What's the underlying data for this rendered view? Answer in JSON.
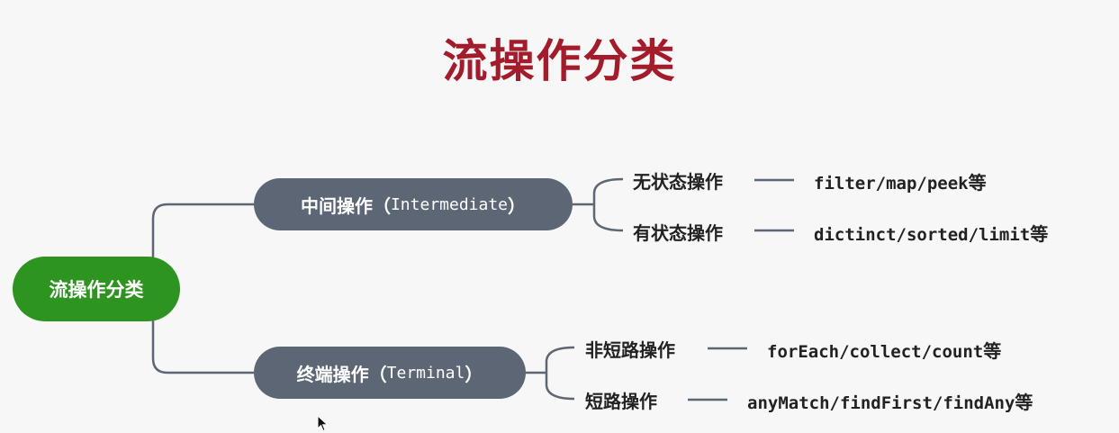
{
  "title": "流操作分类",
  "root": {
    "label": "流操作分类"
  },
  "branches": [
    {
      "label_cn": "中间操作（",
      "label_en": "Intermediate",
      "label_close": "）",
      "children": [
        {
          "label": "无状态操作",
          "examples": "filter/map/peek",
          "suffix": "等"
        },
        {
          "label": "有状态操作",
          "examples": "dictinct/sorted/limit",
          "suffix": "等"
        }
      ]
    },
    {
      "label_cn": "终端操作（",
      "label_en": "Terminal",
      "label_close": "）",
      "children": [
        {
          "label": "非短路操作",
          "examples": "forEach/collect/count",
          "suffix": "等"
        },
        {
          "label": "短路操作",
          "examples": "anyMatch/findFirst/findAny",
          "suffix": "等"
        }
      ]
    }
  ],
  "colors": {
    "title": "#a31c2c",
    "root": "#2e9420",
    "branch": "#5d6674",
    "connector": "#5d6674"
  }
}
